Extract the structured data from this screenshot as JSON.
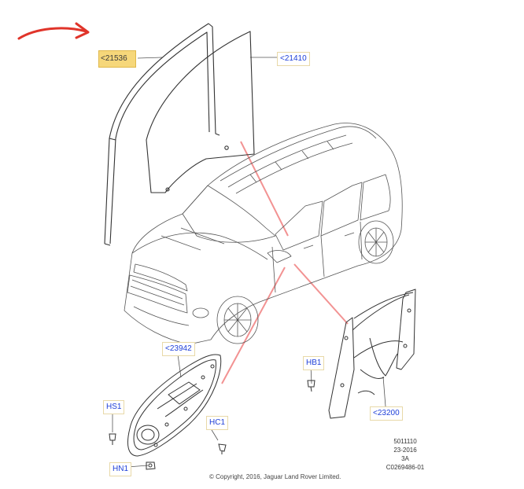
{
  "callouts": {
    "c21536": "<21536",
    "c21410": "<21410",
    "c23942": "<23942",
    "c23200": "<23200",
    "hs1": "HS1",
    "hc1": "HC1",
    "hn1": "HN1",
    "hb1": "HB1"
  },
  "meta": {
    "line1": "5011110",
    "line2": "23-2016",
    "line3": "3A",
    "line4": "C0269486-01"
  },
  "copyright": "© Copyright, 2016, Jaguar Land Rover Limited.",
  "colors": {
    "arrow": "#e0342a",
    "callout_text": "#1e3fd8",
    "highlight": "#f6d77a",
    "leader_red": "#f08080",
    "line_art": "#333333"
  }
}
